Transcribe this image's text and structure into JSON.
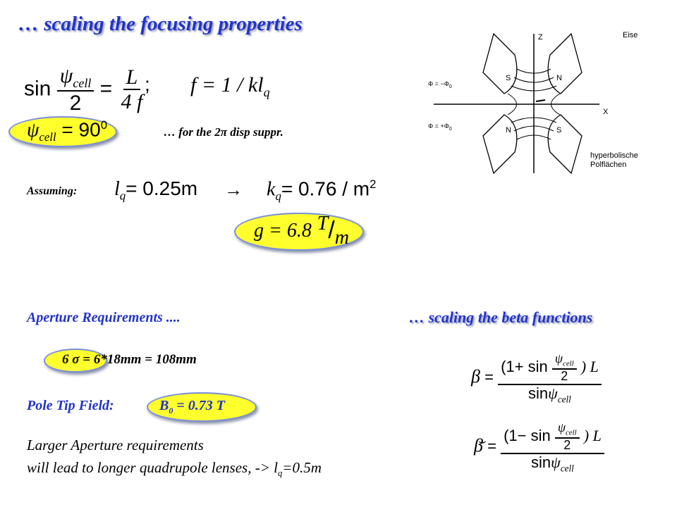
{
  "slide": {
    "title": "… scaling the focusing properties",
    "formula_sin_lhs": "sin",
    "psi": "ψ",
    "cell_sub": "cell",
    "eq_sign": "=",
    "frac_den_2": "2",
    "frac_num_L": "L",
    "frac_den_4f": "4 f",
    "semicolon": ";",
    "f_eq": "f = 1 / kl",
    "q_sub": "q",
    "psi_cell_90": "= 90",
    "deg_sup": "0",
    "note_disp": "… for the 2π disp suppr.",
    "assuming_label": "Assuming:",
    "lq_eq": "= 0.25m",
    "arrow": "→",
    "kq_eq": "= 0.76 / m",
    "sq_sup": "2",
    "g_eq": "g = 6.8",
    "g_T": "T",
    "g_m": "m",
    "aperture_heading": "Aperture Requirements ....",
    "sigma_text": "6 σ = 6*18mm = 108mm",
    "pole_tip_label": "Pole Tip Field:",
    "b0_text": "B",
    "b0_sub": "0",
    "b0_val": " = 0.73 T",
    "larger_line1": "Larger Aperture requirements",
    "larger_line2": "will lead to longer quadrupole lenses,  -> l",
    "larger_line2_end": "=0.5m",
    "beta_heading": "… scaling the beta functions",
    "beta_sym": "β",
    "one_plus": "(1+ sin",
    "one_minus": "(1− sin",
    "close_L": ") L",
    "sin_psi": "sin",
    "diagram": {
      "label_z": "Z",
      "label_x": "X",
      "label_eise": "Eise",
      "label_s_top": "S",
      "label_n_top": "N",
      "label_n_bottom": "N",
      "label_s_bottom": "S",
      "label_phi_minus": "Φ = −Φ",
      "label_phi_plus": "Φ = +Φ",
      "phi_sub": "0",
      "caption1": "hyperbolische",
      "caption2": "Polflächen"
    }
  }
}
